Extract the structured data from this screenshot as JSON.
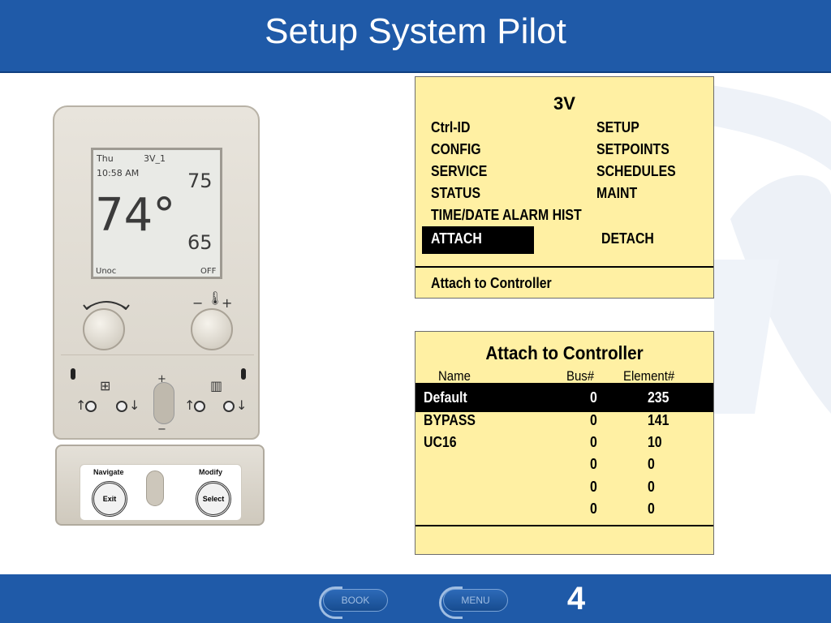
{
  "slide": {
    "title": "Setup System Pilot",
    "page_number": "4"
  },
  "footer": {
    "book_label": "BOOK",
    "menu_label": "MENU",
    "color": "#1f5aa8"
  },
  "thermostat": {
    "lcd": {
      "day": "Thu",
      "zone": "3V_1",
      "time": "10:58 AM",
      "temperature": "74°",
      "heat_setpoint": "75",
      "cool_setpoint": "65",
      "occupancy": "Unoc",
      "fan": "OFF"
    },
    "temp_adjust": {
      "minus": "−",
      "plus": "+"
    },
    "door": {
      "navigate_label": "Navigate",
      "modify_label": "Modify",
      "exit_label": "Exit",
      "select_label": "Select"
    }
  },
  "menu_screen": {
    "title": "3V",
    "left_items": [
      "Ctrl-ID",
      "CONFIG",
      "SERVICE",
      "STATUS",
      "TIME/DATE ALARM HIST",
      "ATTACH"
    ],
    "right_items": [
      "SETUP",
      "SETPOINTS",
      "SCHEDULES",
      "MAINT",
      "DETACH"
    ],
    "selected": "ATTACH",
    "footer_text": "Attach to Controller",
    "highlight_color": "#000000",
    "background": "#fff0a3"
  },
  "attach_screen": {
    "title": "Attach to Controller",
    "headers": {
      "name": "Name",
      "bus": "Bus#",
      "element": "Element#"
    },
    "rows": [
      {
        "name": "Default",
        "bus": "0",
        "element": "235",
        "selected": true
      },
      {
        "name": "BYPASS",
        "bus": "0",
        "element": "141"
      },
      {
        "name": "UC16",
        "bus": "0",
        "element": "10"
      },
      {
        "name": "",
        "bus": "0",
        "element": "0"
      },
      {
        "name": "",
        "bus": "0",
        "element": "0"
      },
      {
        "name": "",
        "bus": "0",
        "element": "0"
      }
    ]
  }
}
